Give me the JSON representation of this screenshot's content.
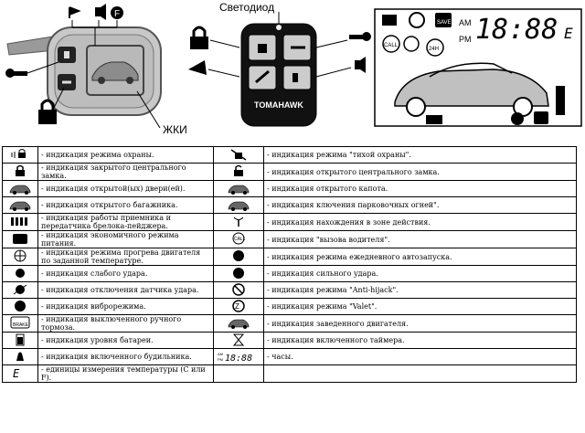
{
  "figure": {
    "led_label": "Светодиод",
    "lcd_label": "ЖКИ",
    "remote_brand": "TOMAHAWK",
    "lcd_time": "18:88",
    "lcd_temp_unit": "E",
    "lcd_am": "AM",
    "lcd_pm": "PM",
    "lcd_call": "CALL",
    "lcd_save": "SAVE",
    "lcd_24h": "24H"
  },
  "legend": [
    {
      "left": "- индикация режима охраны.",
      "right": "- индикация режима \"тихой охраны\"."
    },
    {
      "left": "- индикация закрытого центрального замка.",
      "right": "- индикация открытого центрального замка."
    },
    {
      "left": "- индикация открытой(ых) двери(ей).",
      "right": "- индикация открытого капота."
    },
    {
      "left": "- индикация открытого багажника.",
      "right": "- индикация ключения парковочных огней\"."
    },
    {
      "left": "- индикация работы приемника и передатчика брелока-пейджера.",
      "right": "- индикация нахождения в зоне действия."
    },
    {
      "left": "- индикация экономичного режима питания.",
      "right": "- индикация \"вызова водителя\"."
    },
    {
      "left": "- индикация режима прогрева двигателя по заданной температуре.",
      "right": "- индикация режима ежедневного автозапуска."
    },
    {
      "left": "- индикация слабого удара.",
      "right": "- индикация сильного удара."
    },
    {
      "left": "- индикация отключения датчика удара.",
      "right": "- индикация режима \"Anti-hijack\"."
    },
    {
      "left": "- индикация виброрежима.",
      "right": "- индикация режима \"Valet\"."
    },
    {
      "left": "- индикация выключенного ручного тормоза.",
      "right": "- индикация заведенного двигателя."
    },
    {
      "left": "- индикация уровня батареи.",
      "right": "- индикация включенного таймера."
    },
    {
      "left": "- индикация включенного будильника.",
      "right": "- часы."
    },
    {
      "left": "- единицы измерения температуры (С или F).",
      "right": ""
    }
  ],
  "icons": [
    [
      "sound-lock-icon",
      "silent-guard-icon"
    ],
    [
      "lock-closed-icon",
      "lock-open-icon"
    ],
    [
      "car-doors-icon",
      "car-hood-icon"
    ],
    [
      "car-trunk-icon",
      "car-parking-lights-icon"
    ],
    [
      "signal-bars-icon",
      "antenna-zone-icon"
    ],
    [
      "eco-mode-icon",
      "call-icon"
    ],
    [
      "fan-icon",
      "clock-24h-icon"
    ],
    [
      "shock-weak-icon",
      "shock-strong-icon"
    ],
    [
      "shock-off-icon",
      "anti-hijack-icon"
    ],
    [
      "vibration-icon",
      "valet-icon"
    ],
    [
      "brake-icon",
      "engine-running-icon"
    ],
    [
      "battery-icon",
      "timer-icon"
    ],
    [
      "alarm-bell-icon",
      "clock-digits-icon"
    ],
    [
      "temp-unit-icon",
      ""
    ]
  ],
  "icon_labels": {
    "brake": "BRAKE",
    "clock": "18:88",
    "am": "AM",
    "pm": "PM",
    "temp": "E"
  }
}
